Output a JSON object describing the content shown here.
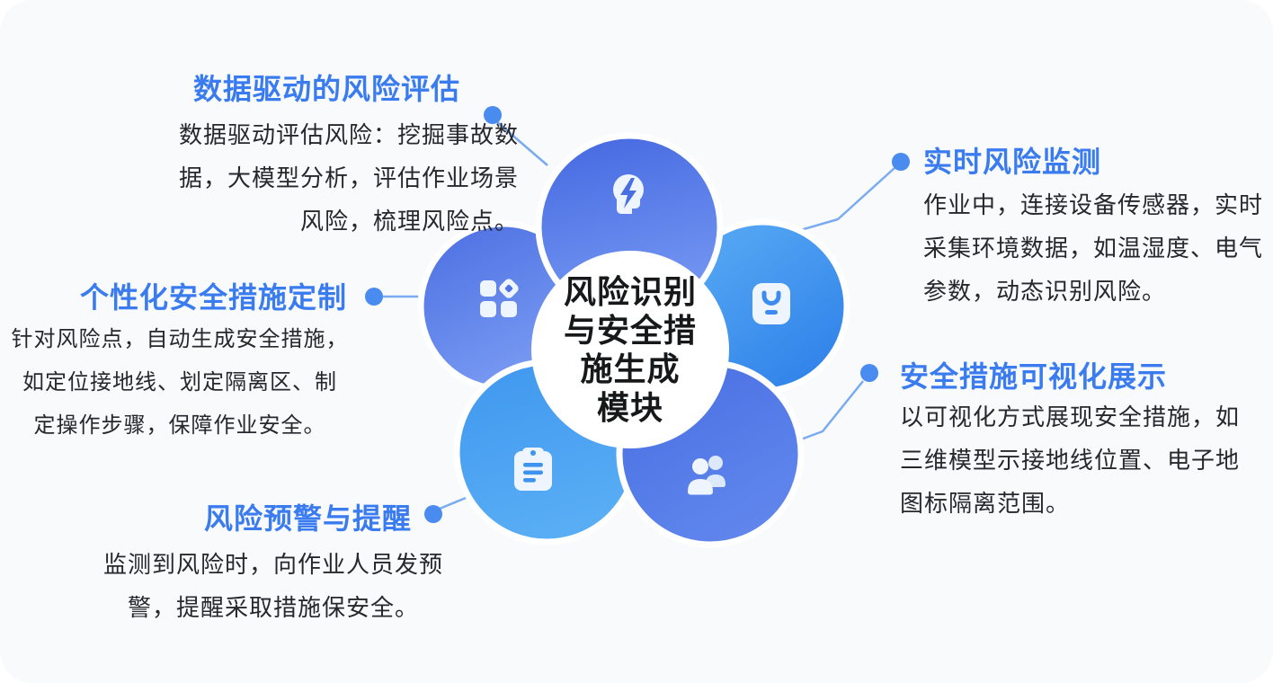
{
  "center": {
    "title": "风险识别\n与安全措\n施生成\n模块"
  },
  "blocks": {
    "assessment": {
      "title": "数据驱动的风险评估",
      "body": "数据驱动评估风险：挖掘事故数\n据，大模型分析，评估作业场景\n风险，梳理风险点。"
    },
    "monitoring": {
      "title": "实时风险监测",
      "body": "作业中，连接设备传感器，实时\n采集环境数据，如温湿度、电气\n参数，动态识别风险。"
    },
    "customization": {
      "title": "个性化安全措施定制",
      "body": "针对风险点，自动生成安全措施，\n如定位接地线、划定隔离区、制\n定操作步骤，保障作业安全。"
    },
    "warning": {
      "title": "风险预警与提醒",
      "body": "监测到风险时，向作业人员发预\n警，提醒采取措施保安全。"
    },
    "visualization": {
      "title": "安全措施可视化展示",
      "body": "以可视化方式展现安全措施，如\n三维模型示接地线位置、电子地\n图标隔离范围。"
    }
  },
  "petals": [
    {
      "name": "top-petal",
      "icon": "ai-head-lightning-icon",
      "topic": "数据驱动的风险评估"
    },
    {
      "name": "right-petal",
      "icon": "sensor-badge-icon",
      "topic": "实时风险监测"
    },
    {
      "name": "left-petal",
      "icon": "grid-diamond-icon",
      "topic": "个性化安全措施定制"
    },
    {
      "name": "bottom-left-petal",
      "icon": "clipboard-list-icon",
      "topic": "风险预警与提醒"
    },
    {
      "name": "bottom-right-petal",
      "icon": "user-group-icon",
      "topic": "安全措施可视化展示"
    }
  ],
  "palette": {
    "card_background": "#f8fafc",
    "title_blue": "#3a7cf0",
    "body_text": "#26282d",
    "center_text": "#17181a",
    "connector_dot": "#4a8bef",
    "connector_line": "#79abf1",
    "petal_indigo_dark": "#4468e0",
    "petal_indigo_light": "#7b9cf3",
    "petal_sky_dark": "#2e80e9",
    "petal_sky_light": "#5cb0f5",
    "icon_white": "#eef5fe"
  }
}
